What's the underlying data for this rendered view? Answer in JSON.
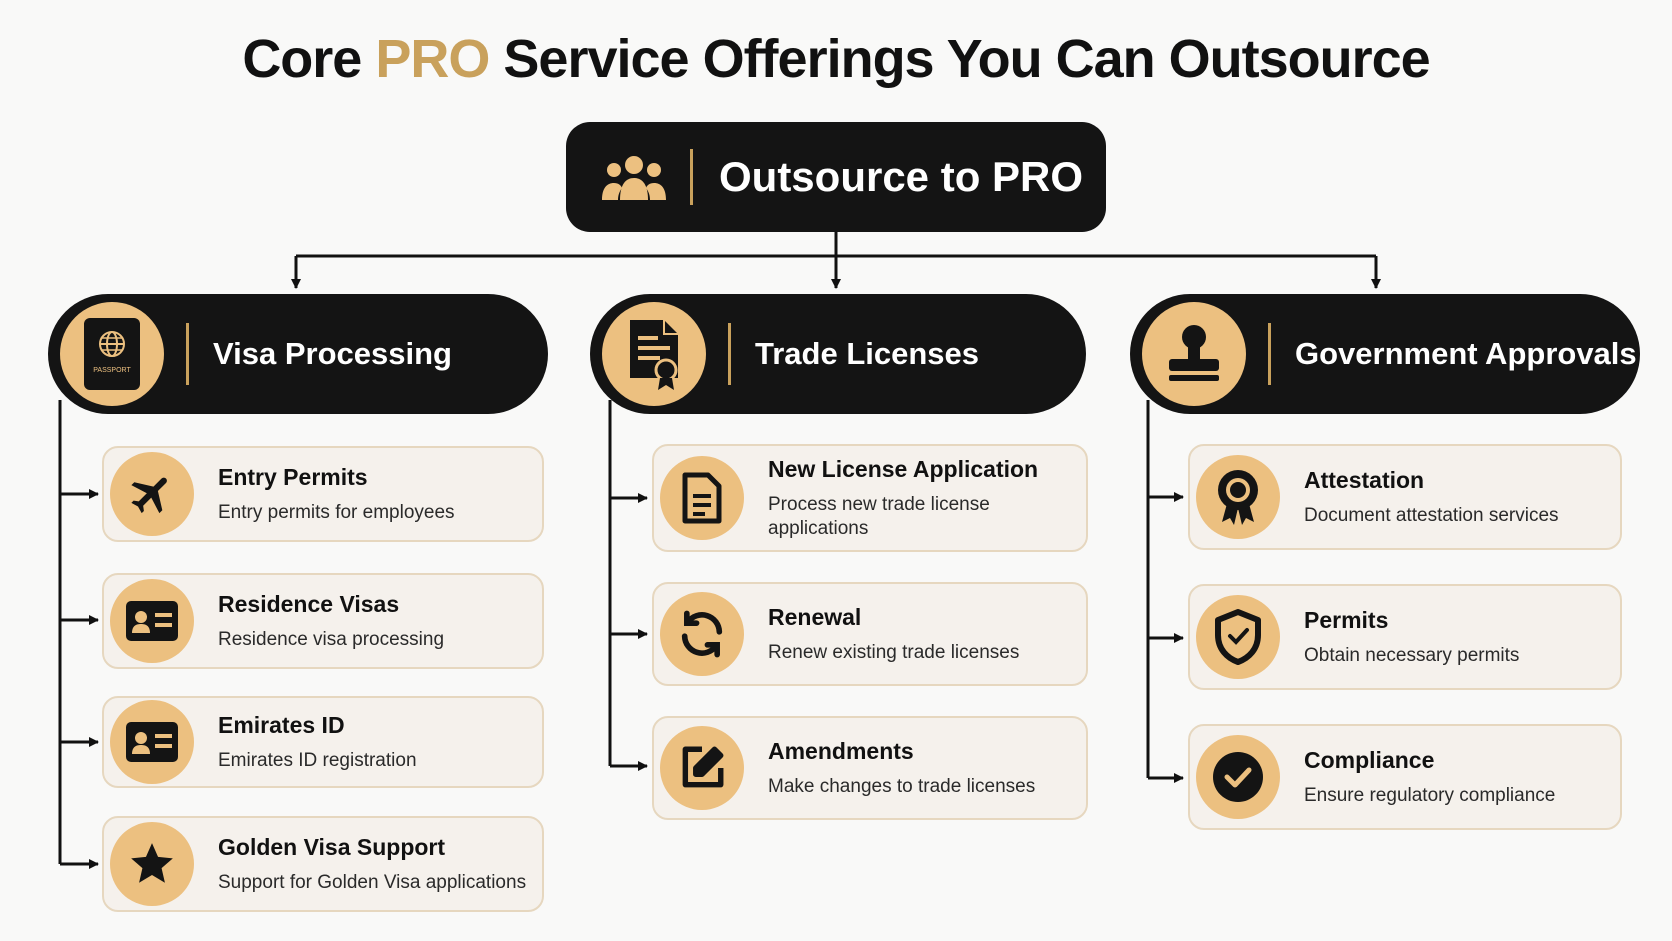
{
  "title": {
    "prefix": "Core",
    "accent": "PRO",
    "suffix": "Service Offerings You Can Outsource"
  },
  "colors": {
    "accent": "#c9a15c",
    "icon_fill": "#ecc080",
    "dark": "#141414",
    "card_bg": "#f5f1ec",
    "card_border": "#e6d7bf"
  },
  "root": {
    "label": "Outsource to PRO",
    "icon": "people-group-icon"
  },
  "categories": [
    {
      "label": "Visa Processing",
      "icon": "passport-icon",
      "icon_text": "PASSPORT",
      "items": [
        {
          "name": "Entry Permits",
          "desc": "Entry permits for employees",
          "icon": "airplane-icon"
        },
        {
          "name": "Residence Visas",
          "desc": "Residence visa processing",
          "icon": "id-card-icon"
        },
        {
          "name": "Emirates ID",
          "desc": "Emirates ID registration",
          "icon": "id-card-icon"
        },
        {
          "name": "Golden Visa Support",
          "desc": "Support for Golden Visa applications",
          "icon": "star-icon"
        }
      ]
    },
    {
      "label": "Trade Licenses",
      "icon": "license-certificate-icon",
      "items": [
        {
          "name": "New License Application",
          "desc": "Process new trade license applications",
          "icon": "document-icon"
        },
        {
          "name": "Renewal",
          "desc": "Renew existing trade licenses",
          "icon": "refresh-icon"
        },
        {
          "name": "Amendments",
          "desc": "Make changes to trade licenses",
          "icon": "edit-icon"
        }
      ]
    },
    {
      "label": "Government Approvals",
      "icon": "stamp-icon",
      "items": [
        {
          "name": "Attestation",
          "desc": "Document attestation services",
          "icon": "award-badge-icon"
        },
        {
          "name": "Permits",
          "desc": "Obtain necessary permits",
          "icon": "shield-check-icon"
        },
        {
          "name": "Compliance",
          "desc": "Ensure regulatory compliance",
          "icon": "check-circle-icon"
        }
      ]
    }
  ]
}
